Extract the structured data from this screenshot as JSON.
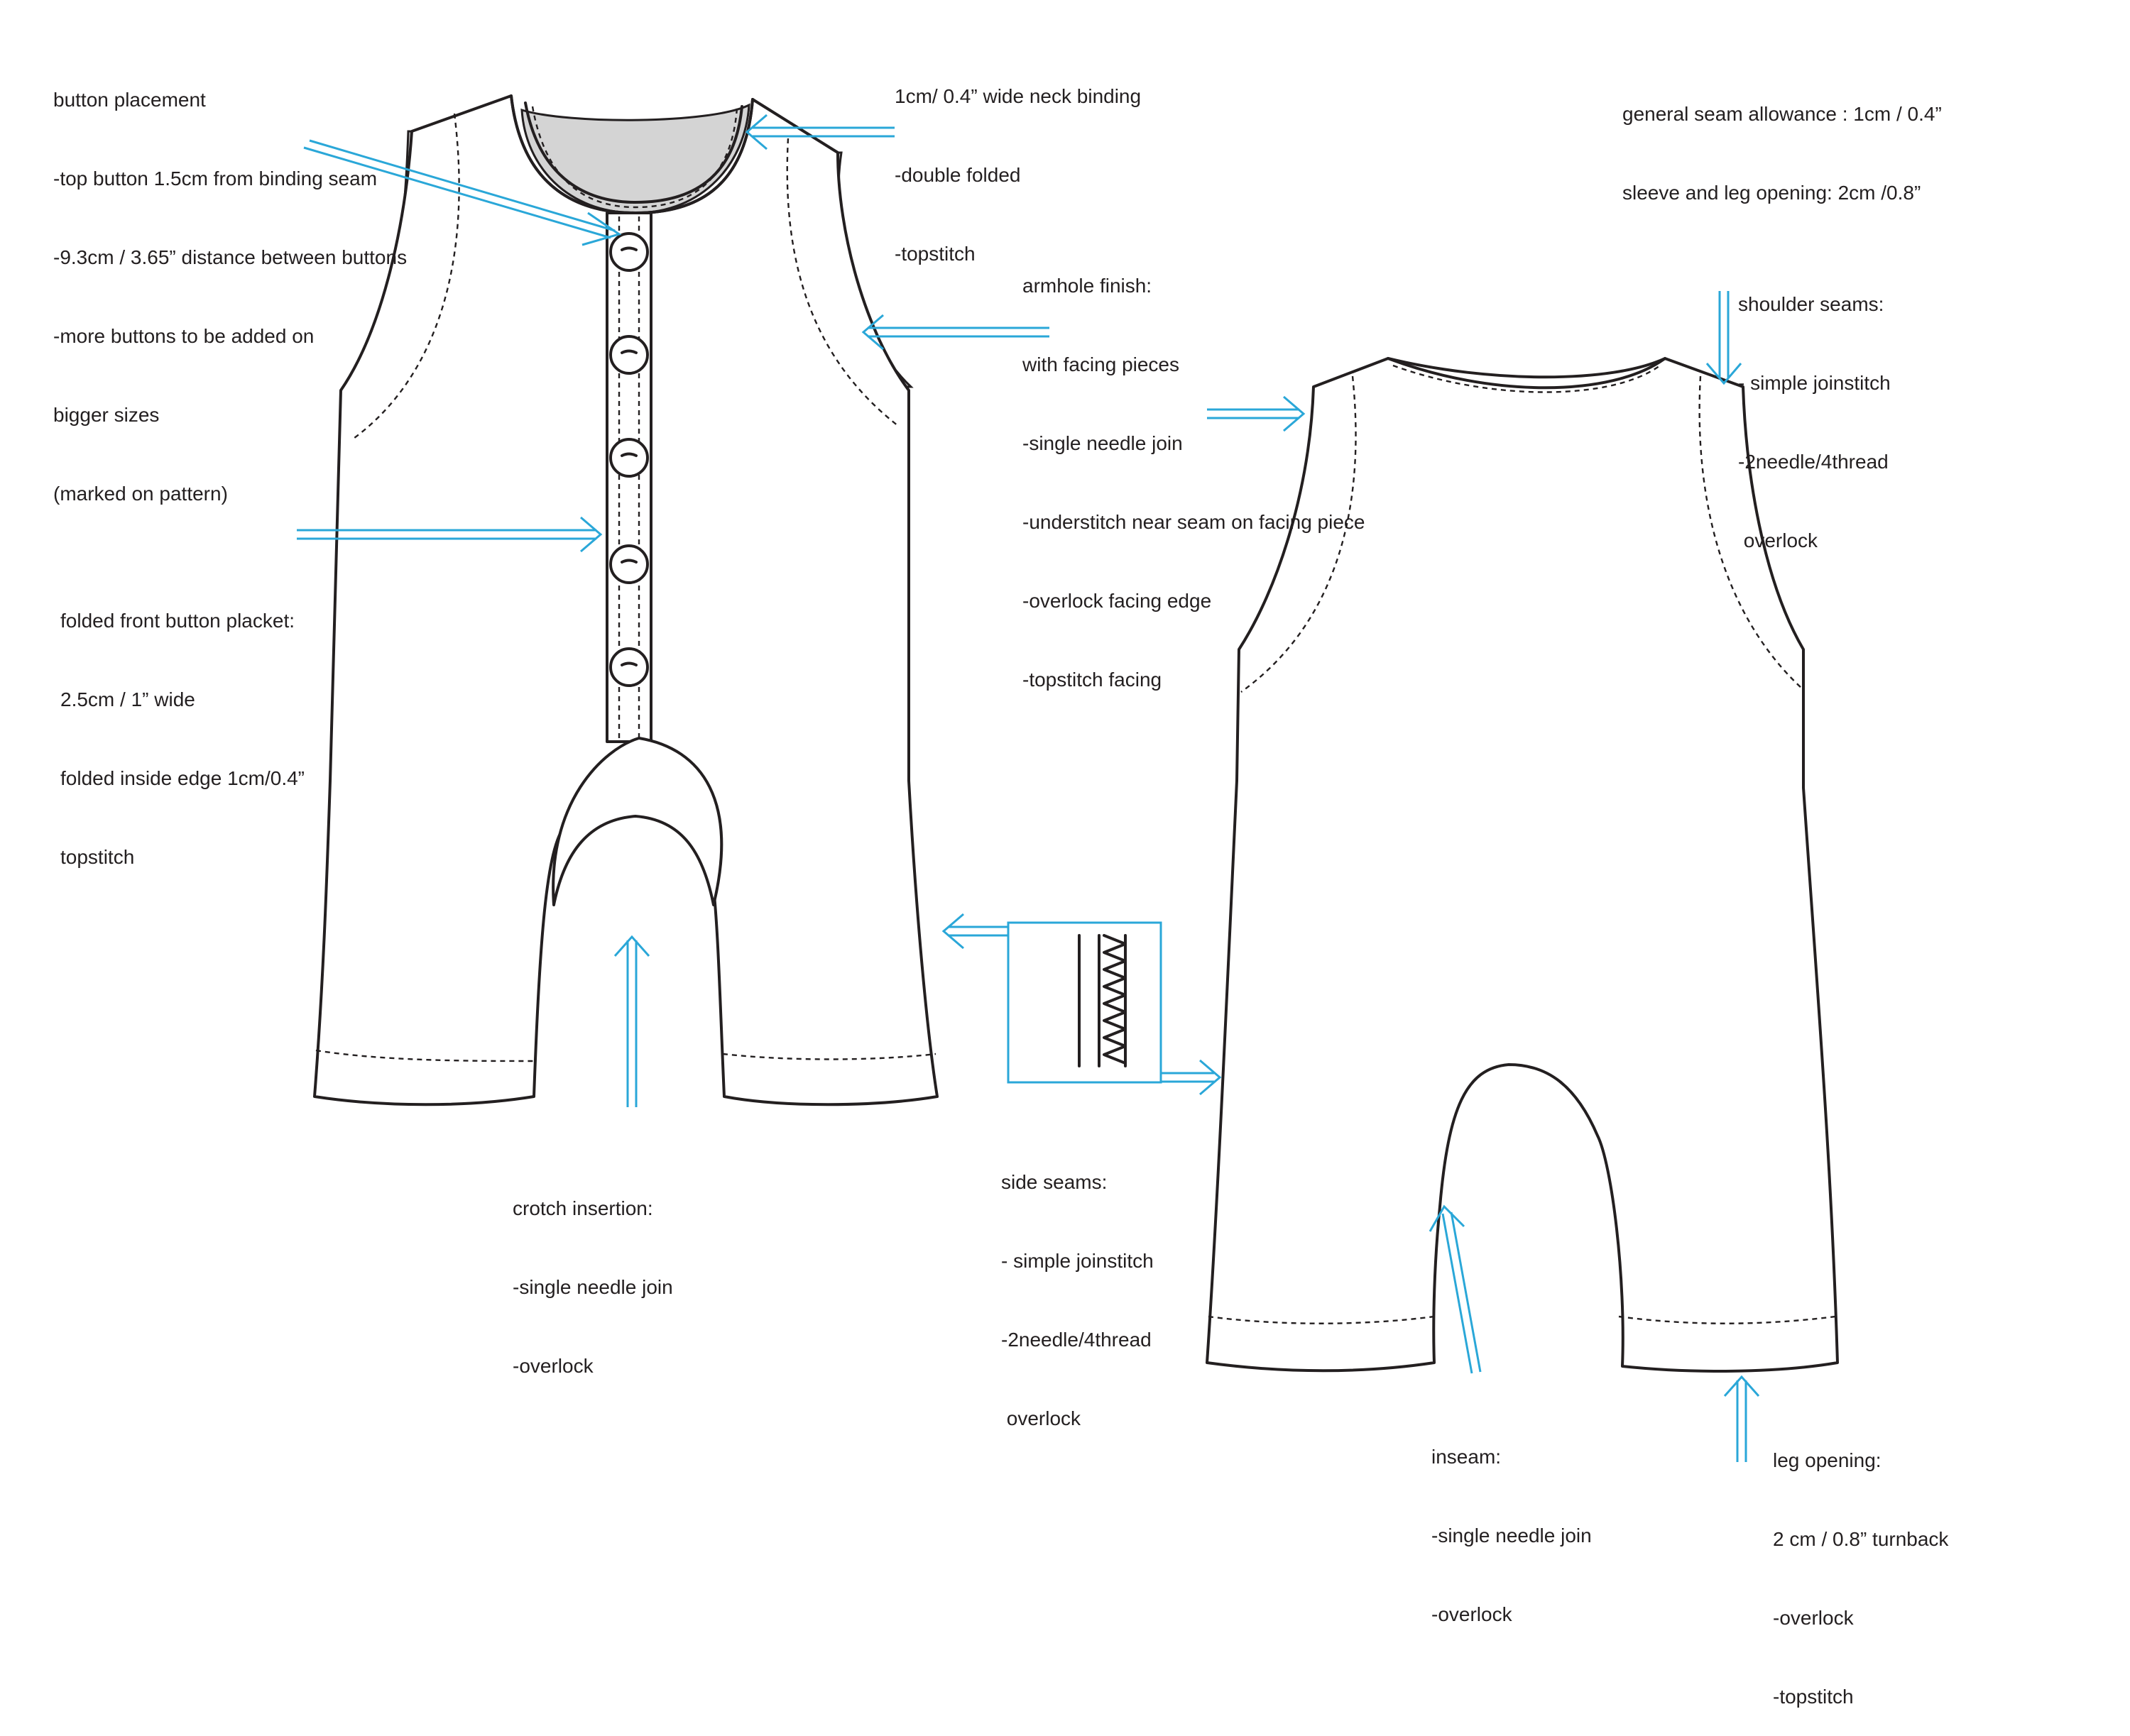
{
  "notes": {
    "button_placement": [
      "button placement",
      "-top button 1.5cm from binding seam",
      "-9.3cm / 3.65” distance between buttons",
      "-more buttons to be added on",
      "bigger sizes",
      "(marked on pattern)"
    ],
    "neck_binding": [
      "1cm/ 0.4” wide neck binding",
      "-double folded",
      "-topstitch"
    ],
    "seam_allowance": [
      "general seam allowance : 1cm / 0.4”",
      "sleeve and leg opening: 2cm /0.8”"
    ],
    "armhole_finish": [
      "armhole finish:",
      "with facing pieces",
      "-single needle join",
      "-understitch near seam on facing piece",
      "-overlock facing edge",
      "-topstitch facing"
    ],
    "shoulder_seams": [
      "shoulder seams:",
      "- simple joinstitch",
      "-2needle/4thread",
      " overlock"
    ],
    "button_placket": [
      "folded front button placket:",
      "2.5cm / 1” wide",
      "folded inside edge 1cm/0.4”",
      "topstitch"
    ],
    "crotch_insertion": [
      "crotch insertion:",
      "-single needle join",
      "-overlock"
    ],
    "side_seams": [
      "side seams:",
      "- simple joinstitch",
      "-2needle/4thread",
      " overlock"
    ],
    "inseam": [
      "inseam:",
      "-single needle join",
      "-overlock"
    ],
    "leg_opening": [
      "leg opening:",
      "2 cm / 0.8” turnback",
      "-overlock",
      "-topstitch"
    ]
  },
  "colors": {
    "annotation_arrow": "#2aa7d8",
    "line": "#231f20",
    "lining": "#d4d4d4"
  }
}
